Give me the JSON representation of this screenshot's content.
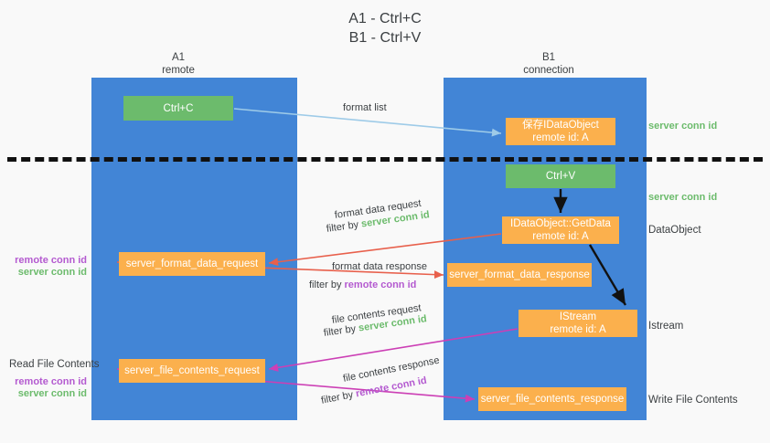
{
  "title": {
    "line1": "A1 - Ctrl+C",
    "line2": "B1 - Ctrl+V"
  },
  "lanes": [
    {
      "id": "a1",
      "name": "A1",
      "role": "remote",
      "color": "#4285d6"
    },
    {
      "id": "b1",
      "name": "B1",
      "role": "connection",
      "color": "#4285d6"
    }
  ],
  "colors": {
    "lane": "#4285d6",
    "action_box": "#6cbb6c",
    "message_box": "#fbb04d",
    "server_conn_id": "#6cbb6c",
    "remote_conn_id": "#b45ad0",
    "arrow_format_list": "#9ecbe8",
    "arrow_format_data": "#e8604c",
    "arrow_file_contents": "#cc3fb5",
    "arrow_internal": "#111111",
    "divider": "#111111"
  },
  "boxes": {
    "ctrl_c": "Ctrl+C",
    "save_dataobject": "保存IDataObject",
    "save_dataobject_id": "remote id: A",
    "ctrl_v": "Ctrl+V",
    "getdata": "IDataObject::GetData",
    "getdata_id": "remote id: A",
    "istream": "IStream",
    "istream_id": "remote id: A",
    "server_format_data_request": "server_format_data_request",
    "server_format_data_response": "server_format_data_response",
    "server_file_contents_request": "server_file_contents_request",
    "server_file_contents_response": "server_file_contents_response"
  },
  "side_labels": {
    "dataobject": "DataObject",
    "istream": "Istream",
    "write_file_contents": "Write File Contents",
    "read_file_contents": "Read File Contents"
  },
  "conn_ids": {
    "server": "server conn id",
    "remote": "remote conn id"
  },
  "edges": {
    "format_list": "format list",
    "format_data_request": "format data request",
    "format_data_request_filter_prefix": "filter by ",
    "format_data_response": "format data response",
    "format_data_response_filter_prefix": "filter by ",
    "file_contents_request": "file contents request",
    "file_contents_request_filter_prefix": "filter by ",
    "file_contents_response": "file contents response",
    "file_contents_response_filter_prefix": "filter by "
  }
}
